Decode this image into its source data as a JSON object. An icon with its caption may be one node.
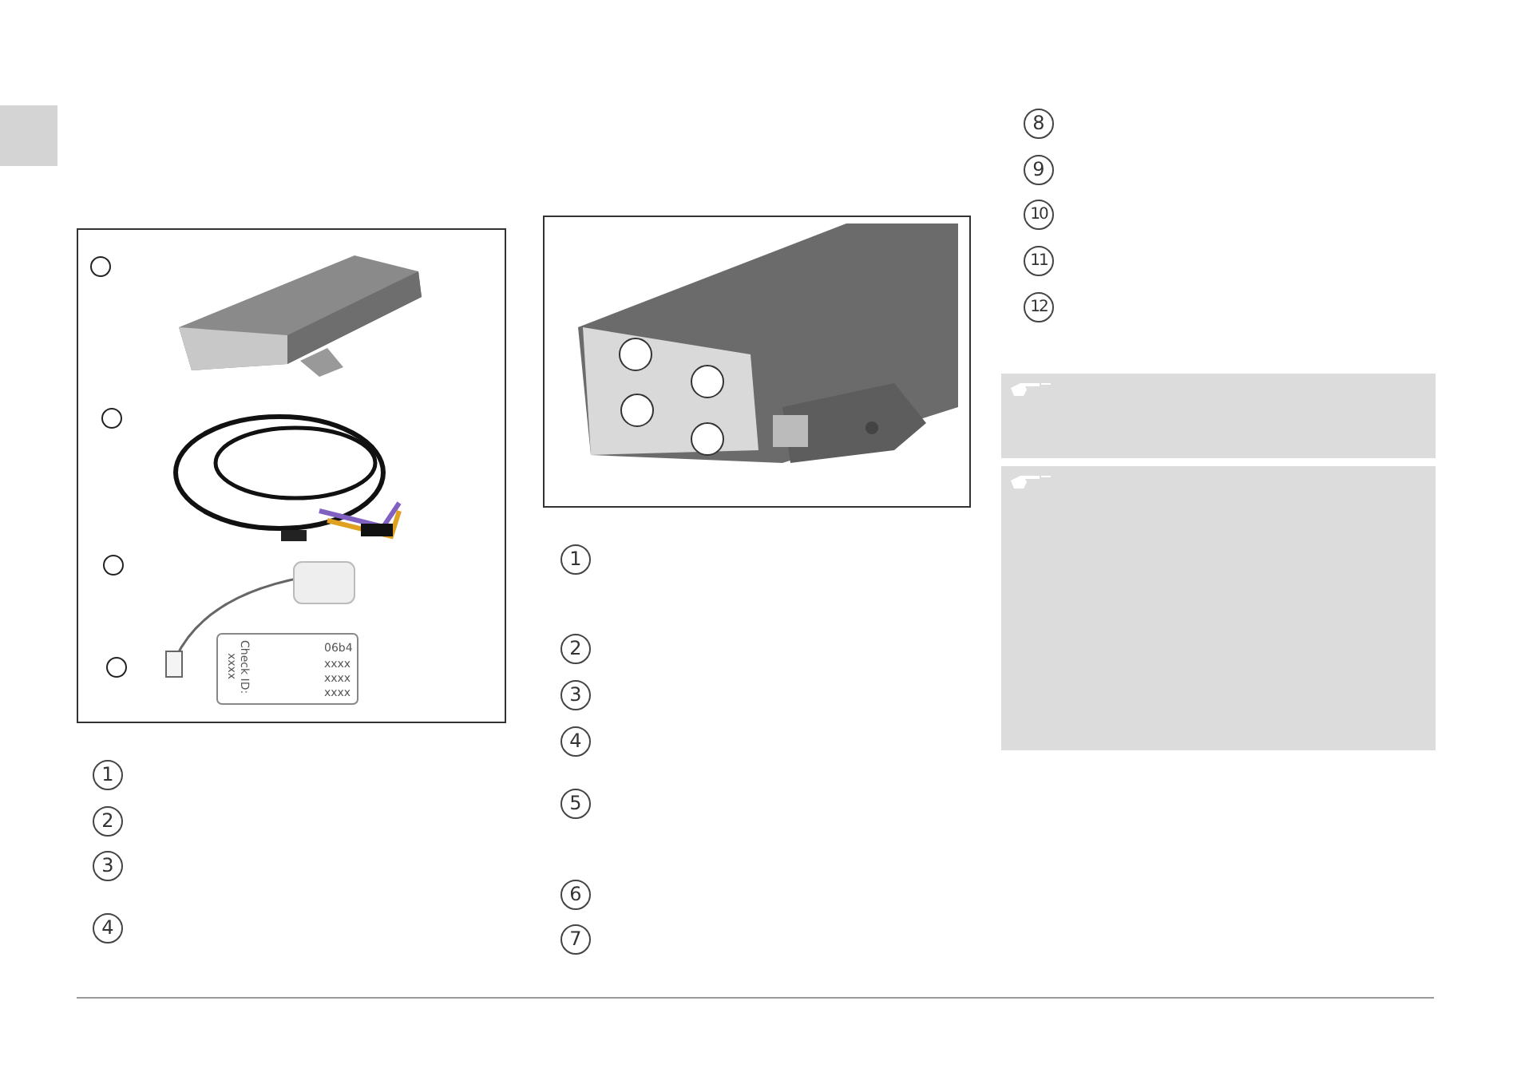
{
  "diagram": {
    "labels": [
      "1",
      "2",
      "3",
      "4",
      "1",
      "2",
      "3",
      "4",
      "5",
      "6",
      "7",
      "8",
      "9",
      "10",
      "11",
      "12",
      "Check ID:",
      "xxxx",
      "06b4",
      "xxxx",
      "xxxx",
      "xxxx"
    ]
  }
}
